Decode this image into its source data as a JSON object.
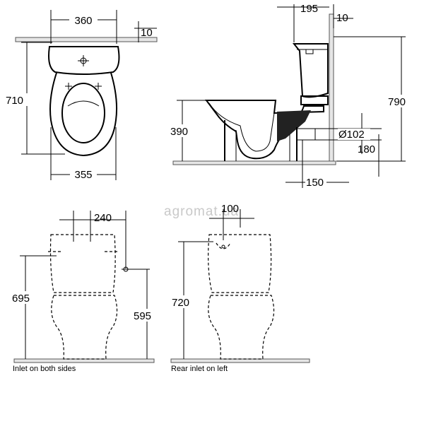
{
  "watermark": "agromat.ua",
  "top_view": {
    "width_top": "360",
    "offset": "10",
    "height": "710",
    "width_bottom": "355"
  },
  "side_view": {
    "tank_depth": "195",
    "wall_gap": "10",
    "total_height": "790",
    "seat_height": "390",
    "outlet_diameter": "Ø102",
    "outlet_height": "180",
    "outlet_distance": "150"
  },
  "front_view_both": {
    "inlet_spacing": "240",
    "height": "695",
    "inlet_height": "595",
    "caption": "Inlet on both sides"
  },
  "front_view_rear": {
    "inlet_offset": "100",
    "height": "720",
    "caption": "Rear inlet on left"
  }
}
